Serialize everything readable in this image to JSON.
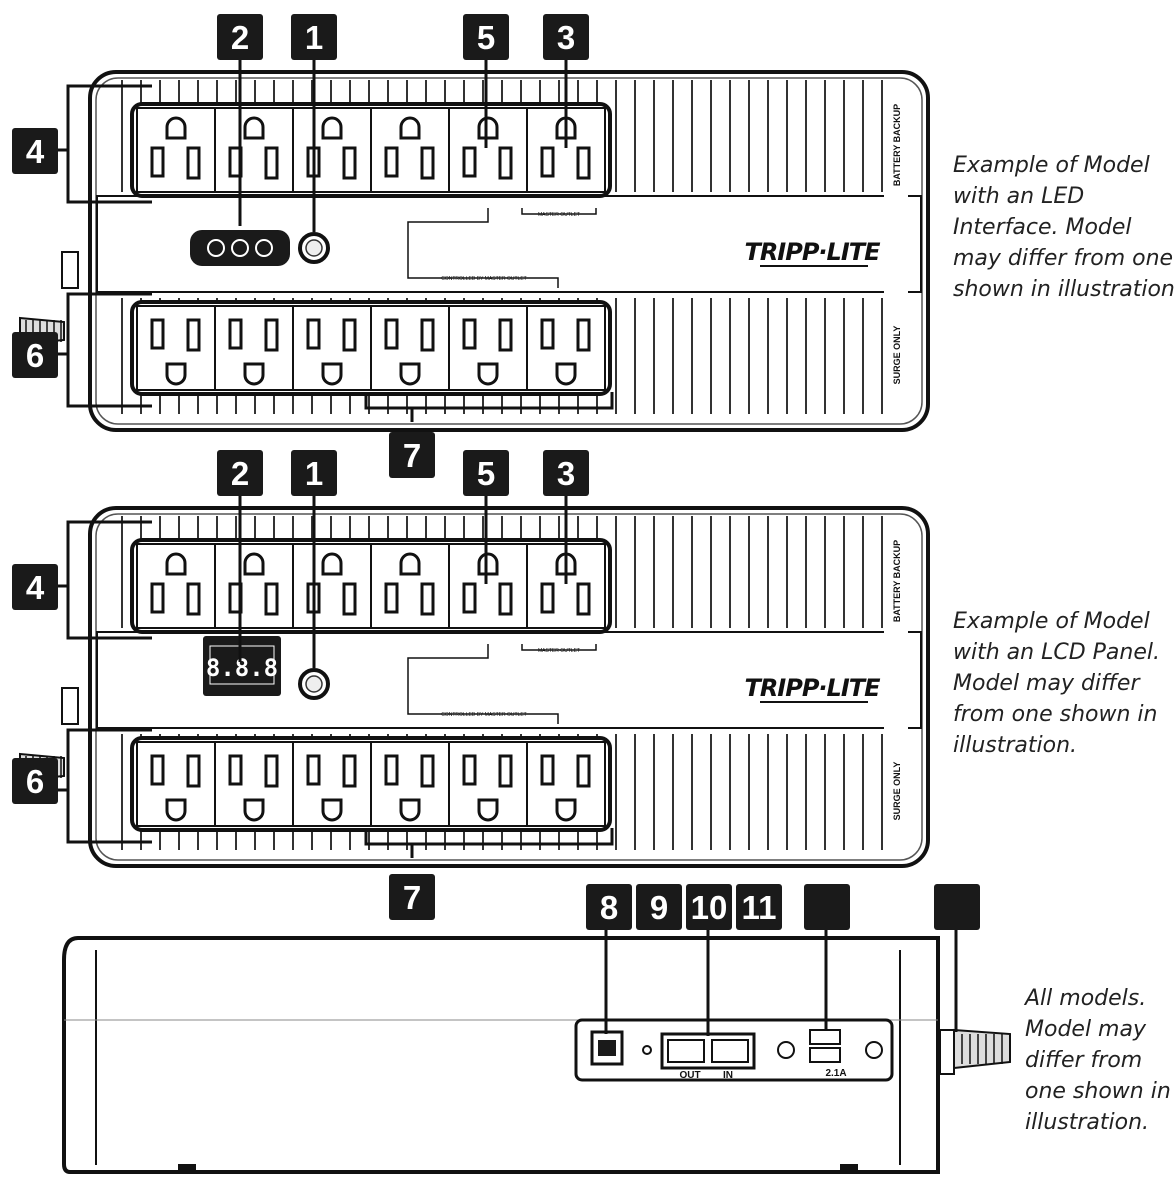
{
  "brand": "TRIPP·LITE",
  "side_labels": {
    "battery": "BATTERY BACKUP",
    "surge": "SURGE ONLY"
  },
  "small_labels": {
    "master": "MASTER OUTLET",
    "controlled": "CONTROLLED BY MASTER OUTLET"
  },
  "lcd_readout": "8.8.8",
  "rear_labels": {
    "out": "OUT",
    "in": "IN",
    "usb_rating": "2.1A"
  },
  "callouts_top": [
    "2",
    "1",
    "5",
    "3",
    "4",
    "6",
    "7"
  ],
  "callouts_middle": [
    "2",
    "1",
    "5",
    "3",
    "4",
    "6",
    "7"
  ],
  "callouts_bottom": [
    "8",
    "9",
    "10",
    "11",
    "",
    ""
  ],
  "captions": {
    "led": [
      "Example of Model",
      "with an LED",
      "Interface. Model",
      "may differ from one",
      "shown in illustration."
    ],
    "lcd": [
      "Example of Model",
      "with an LCD Panel.",
      "Model may differ",
      "from one shown in",
      "illustration."
    ],
    "all": [
      "All models.",
      "Model may",
      "differ from",
      "one shown in",
      "illustration."
    ]
  }
}
